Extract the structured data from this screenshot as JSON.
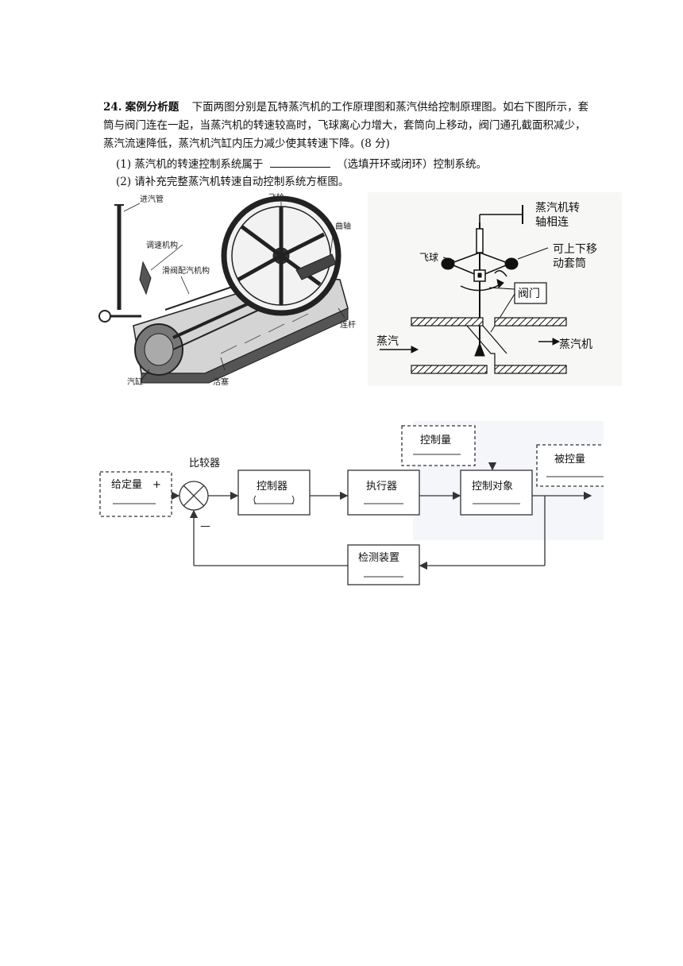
{
  "question": {
    "number": "24.",
    "title": "案例分析题",
    "stem": "下面两图分别是瓦特蒸汽机的工作原理图和蒸汽供给控制原理图。如右下图所示，套筒与阀门连在一起，当蒸汽机的转速较高时，飞球离心力增大，套筒向上移动，阀门通孔截面积减少，蒸汽流速降低，蒸汽机汽缸内压力减少使其转速下降。(8 分)",
    "sub1_prefix": "(1)  蒸汽机的转速控制系统属于",
    "sub1_suffix": "（选填开环或闭环）控制系统。",
    "sub2": "(2)  请补充完整蒸汽机转速自动控制系统方框图。"
  },
  "engine_figure": {
    "labels": {
      "intake": "进汽管",
      "flywheel": "飞轮",
      "governor": "调速机构",
      "crank": "曲轴",
      "slide_valve": "滑阀配汽机构",
      "rod": "连杆",
      "cylinder": "汽缸",
      "piston": "活塞"
    }
  },
  "governor_figure": {
    "labels": {
      "shaft": "蒸汽机转轴相连",
      "shaft_l1": "蒸汽机转",
      "shaft_l2": "轴相连",
      "ball": "飞球",
      "sleeve_l1": "可上下移",
      "sleeve_l2": "动套筒",
      "valve": "阀门",
      "steam": "蒸汽",
      "engine": "蒸汽机"
    }
  },
  "block_diagram": {
    "comparator": "比较器",
    "setpoint": "给定量",
    "plus": "+",
    "minus": "—",
    "controller": "控制器",
    "actuator": "执行器",
    "control_object": "控制对象",
    "control_quantity": "控制量",
    "controlled_quantity": "被控量",
    "detector": "检测装置"
  }
}
